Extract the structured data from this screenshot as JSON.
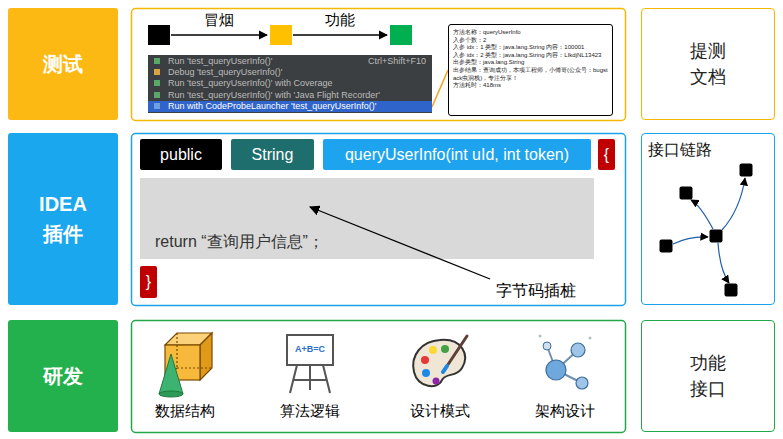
{
  "diagram": {
    "nodes": [
      {
        "text": [
          "测试"
        ]
      },
      {
        "text": [
          "Run 'test_queryUserInfo()'",
          "Ctrl+Shift+F10",
          "Debug 'test_queryUserInfo()'",
          "Run 'test_queryUserInfo()' with Coverage",
          "Run 'test_queryUserInfo()' with 'Java Flight Recorder'",
          "Run with CodeProbeLauncher 'test_queryUserInfo()'"
        ]
      },
      {
        "text": [
          "方法名称：queryUserInfo",
          "入参个数：2",
          "入参 idx：1 类型：java.lang.String 内容：100001",
          "入参 idx：2 类型：java.lang.String 内容：LIkdjNL13423",
          "出参类型：java.lang.String",
          "出参结果：查询成功，本项工程师，小傅哥(公众号：bugstack虫洞栈)，专注分享！",
          "方法耗时：418ms"
        ]
      },
      {
        "text": [
          "提测 文档"
        ]
      },
      {
        "text": [
          "IDEA 插件"
        ]
      },
      {
        "text": [
          "public"
        ]
      },
      {
        "text": [
          "String"
        ]
      },
      {
        "text": [
          "queryUserInfo(int uId, int token)"
        ]
      },
      {
        "text": [
          "{"
        ]
      },
      {
        "text": [
          "return “查询用户信息”；"
        ]
      },
      {
        "text": [
          "}"
        ]
      },
      {
        "text": [
          "接口链路"
        ]
      },
      {
        "text": [
          "研发"
        ]
      },
      {
        "text": [
          "功能 接口"
        ]
      }
    ],
    "edges": [
      {
        "from": 2,
        "to": 1,
        "arrow": "none"
      }
    ],
    "labels": [
      "冒烟",
      "功能",
      "字节码插桩",
      "数据结构",
      "算法逻辑",
      "设计模式",
      "架构设计",
      "A+B=C"
    ]
  }
}
